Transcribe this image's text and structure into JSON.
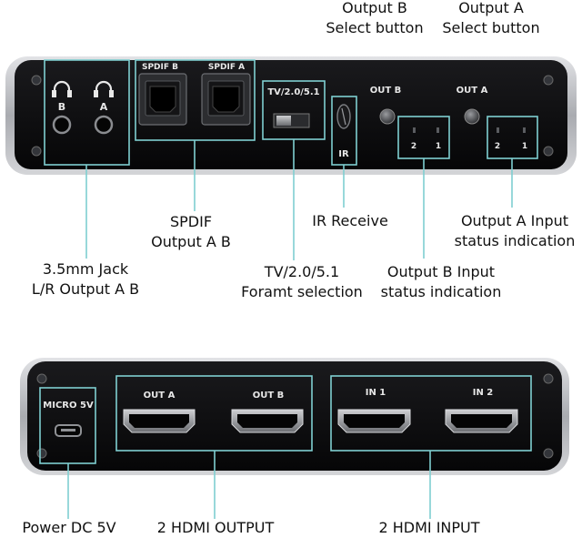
{
  "top_panel": {
    "labels": {
      "headphone_b": "B",
      "headphone_a": "A",
      "spdif_b": "SPDIF B",
      "spdif_a": "SPDIF A",
      "format": "TV/2.0/5.1",
      "ir": "IR",
      "out_b": "OUT B",
      "out_a": "OUT A",
      "out_b_led_2": "2",
      "out_b_led_1": "1",
      "out_a_led_2": "2",
      "out_a_led_1": "1"
    }
  },
  "bottom_panel": {
    "labels": {
      "micro": "MICRO 5V",
      "out_a": "OUT A",
      "out_b": "OUT B",
      "in_1": "IN 1",
      "in_2": "IN 2"
    }
  },
  "callouts": {
    "output_b_select": [
      "Output B",
      "Select button"
    ],
    "output_a_select": [
      "Output A",
      "Select button"
    ],
    "spdif_output": [
      "SPDIF",
      "Output A B"
    ],
    "ir_receive": [
      "IR Receive"
    ],
    "output_a_status": [
      "Output A Input",
      "status indication"
    ],
    "jack_output": [
      "3.5mm Jack",
      "L/R Output A B"
    ],
    "format_selection": [
      "TV/2.0/5.1",
      "Foramt selection"
    ],
    "output_b_status": [
      "Output B Input",
      "status indication"
    ],
    "power": [
      "Power DC 5V"
    ],
    "hdmi_output": [
      "2 HDMI OUTPUT"
    ],
    "hdmi_input": [
      "2 HDMI INPUT"
    ]
  },
  "colors": {
    "panel_dark": "#0d0d0f",
    "panel_edge": "#b9bbc0",
    "outline": "#7fcfd1"
  }
}
